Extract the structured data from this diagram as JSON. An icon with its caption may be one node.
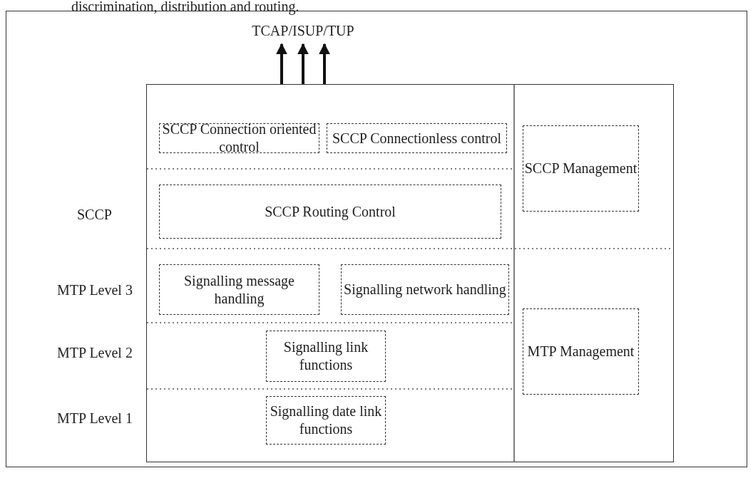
{
  "diagram": {
    "nodes": [
      {
        "text": [
          "TCAP/ISUP/TUP"
        ]
      },
      {
        "text": [],
        "shape": "box"
      },
      {
        "text": [
          "SCCP Connection oriented control"
        ],
        "in": 1
      },
      {
        "text": [
          "SCCP Connectionless control"
        ],
        "in": 1
      },
      {
        "text": [
          "SCCP Routing Control"
        ],
        "in": 1
      },
      {
        "text": [
          "Signalling message handling"
        ],
        "in": 1
      },
      {
        "text": [
          "Signalling network handling"
        ],
        "in": 1
      },
      {
        "text": [
          "Signalling link functions"
        ],
        "in": 1
      },
      {
        "text": [
          "Signalling date link functions"
        ],
        "in": 1
      },
      {
        "text": [
          "SCCP Management"
        ],
        "in": 1
      },
      {
        "text": [
          "MTP Management"
        ],
        "in": 1
      }
    ],
    "edges": [
      {
        "from": 1,
        "to": 0,
        "arrow": "to"
      },
      {
        "from": 1,
        "to": 0,
        "arrow": "to"
      },
      {
        "from": 1,
        "to": 0,
        "arrow": "to"
      }
    ],
    "labels": [
      "discrimination, distribution and routing.",
      "SCCP",
      "MTP Level 3",
      "MTP Level 2",
      "MTP Level 1"
    ]
  }
}
